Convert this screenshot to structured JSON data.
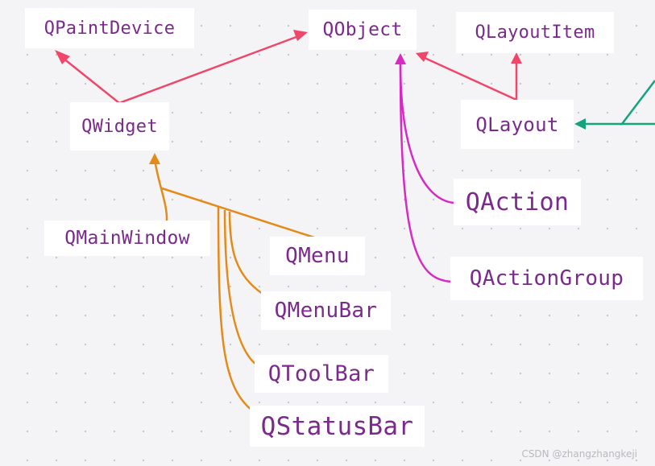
{
  "colors": {
    "background": "#f4f4f6",
    "node_text": "#7a2a8a",
    "inherit_qt_core": "#f0466a",
    "inherit_widgets": "#e48a18",
    "inherit_action": "#d62ac2",
    "layout_link": "#14a37f"
  },
  "nodes": {
    "qpaintdevice": "QPaintDevice",
    "qobject": "QObject",
    "qlayoutitem": "QLayoutItem",
    "qwidget": "QWidget",
    "qlayout": "QLayout",
    "qaction": "QAction",
    "qactiongroup": "QActionGroup",
    "qmainwindow": "QMainWindow",
    "qmenu": "QMenu",
    "qmenubar": "QMenuBar",
    "qtoolbar": "QToolBar",
    "qstatusbar": "QStatusBar"
  },
  "watermark": "CSDN @zhangzhangkeji"
}
